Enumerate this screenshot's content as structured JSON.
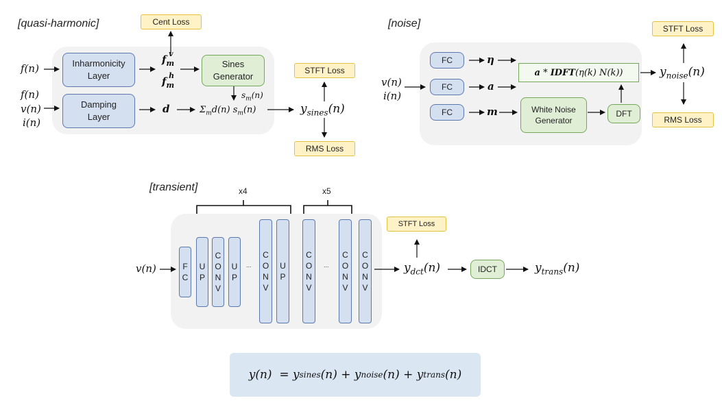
{
  "sections": {
    "quasi_harmonic": "[quasi-harmonic]",
    "noise": "[noise]",
    "transient": "[transient]"
  },
  "quasi_harmonic": {
    "inputs": [
      "f(n)",
      "f(n)",
      "v(n)",
      "i(n)"
    ],
    "inharmonicity_layer": "Inharmonicity Layer",
    "damping_layer": "Damping Layer",
    "f_v": "f_m^v",
    "f_h": "f_m^h",
    "d": "d",
    "sines_generator": "Sines Generator",
    "s_m": "s_m(n)",
    "sum_expr": "Σ_m d(n) s_m(n)",
    "output": "y_sines(n)",
    "cent_loss": "Cent Loss",
    "stft_loss": "STFT Loss",
    "rms_loss": "RMS Loss"
  },
  "noise": {
    "inputs": [
      "v(n)",
      "i(n)"
    ],
    "fc_labels": [
      "FC",
      "FC",
      "FC"
    ],
    "params": [
      "η",
      "a",
      "m"
    ],
    "formula": "a * IDFT(η(k) N(k))",
    "white_noise_generator": "White Noise Generator",
    "dft": "DFT",
    "output": "y_noise(n)",
    "stft_loss": "STFT Loss",
    "rms_loss": "RMS Loss"
  },
  "transient": {
    "input": "v(n)",
    "repeat_up": "x4",
    "repeat_conv": "x5",
    "layers": [
      "FC",
      "UP",
      "CONV",
      "UP",
      "CONV",
      "UP",
      "CONV",
      "CONV",
      "CONV"
    ],
    "ellipsis": "...",
    "y_dct": "y_dct(n)",
    "idct": "IDCT",
    "output": "y_trans(n)",
    "stft_loss": "STFT Loss"
  },
  "equation": "y(n) = y_sines(n) + y_noise(n) + y_trans(n)"
}
